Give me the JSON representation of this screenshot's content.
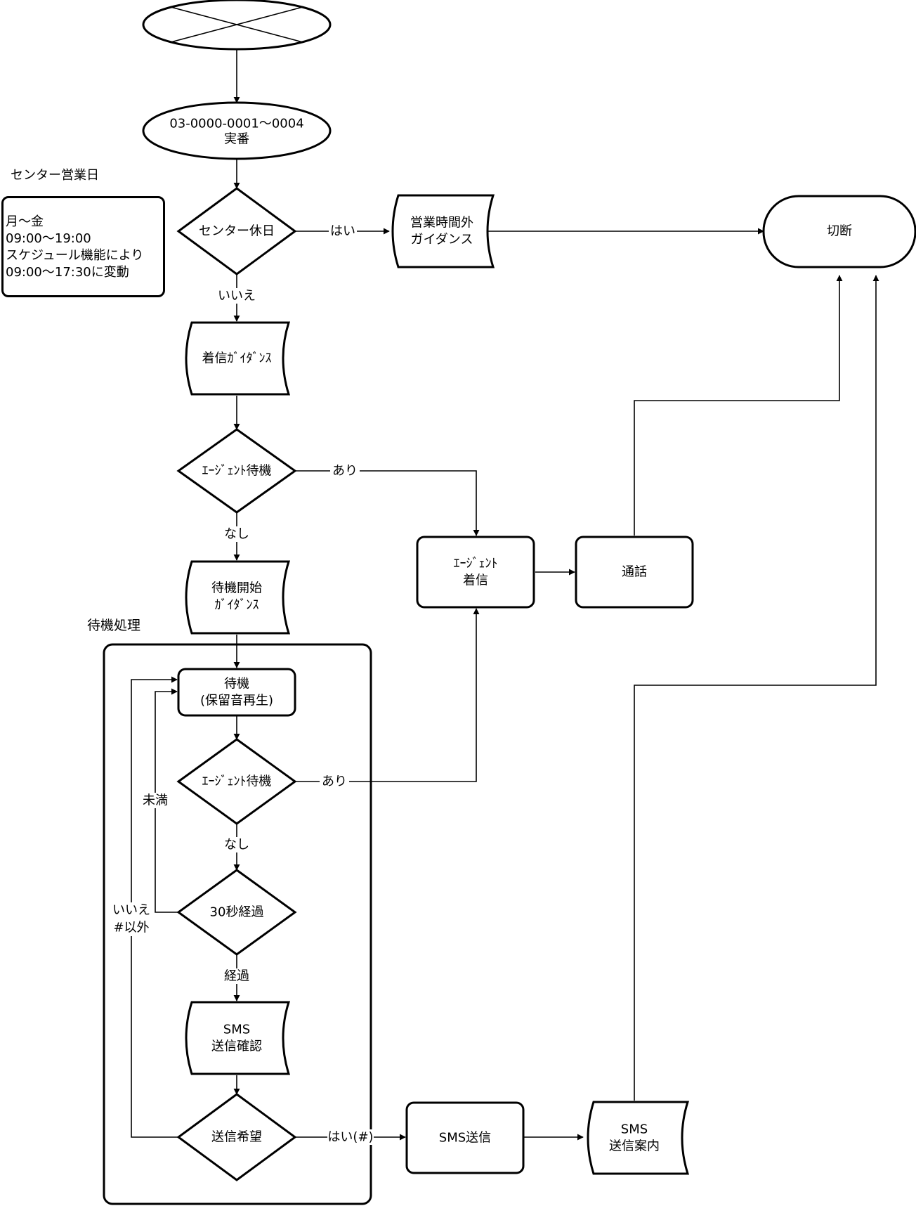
{
  "nodes": {
    "start": "",
    "number": [
      "03-0000-0001～0004",
      "実番"
    ],
    "holiday_check": "センター休日",
    "off_hours_guidance": [
      "営業時間外",
      "ガイダンス"
    ],
    "disconnect": "切断",
    "incoming_guidance": "着信ｶﾞｲﾀﾞﾝｽ",
    "agent_wait_1": "ｴｰｼﾞｪﾝﾄ待機",
    "agent_incoming": [
      "ｴｰｼﾞｪﾝﾄ",
      "着信"
    ],
    "call": "通話",
    "wait_start_guidance": [
      "待機開始",
      "ｶﾞｲﾀﾞﾝｽ"
    ],
    "wait_hold": [
      "待機",
      "(保留音再生)"
    ],
    "agent_wait_2": "ｴｰｼﾞｪﾝﾄ待機",
    "elapsed_30s": "30秒経過",
    "sms_confirm": [
      "SMS",
      "送信確認"
    ],
    "send_wish": "送信希望",
    "sms_send": "SMS送信",
    "sms_guide": [
      "SMS",
      "送信案内"
    ]
  },
  "edge_labels": {
    "holiday_yes": "はい",
    "holiday_no": "いいえ",
    "agent1_yes": "あり",
    "agent1_no": "なし",
    "agent2_yes": "あり",
    "agent2_no": "なし",
    "under_30s": "未満",
    "elapsed": "経過",
    "wish_no": [
      "いいえ",
      "#以外"
    ],
    "wish_yes": "はい(#)"
  },
  "center_days": {
    "title": "センター営業日",
    "lines": [
      "月～金",
      "09:00～19:00",
      "スケジュール機能により",
      "09:00～17:30に変動"
    ]
  },
  "wait_group_label": "待機処理"
}
